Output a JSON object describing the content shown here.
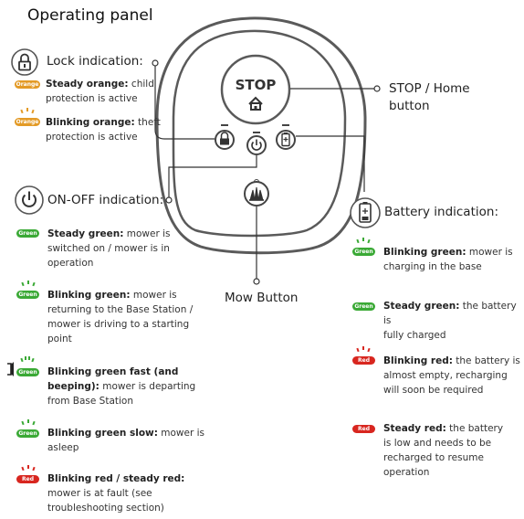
{
  "title": "Operating panel",
  "panel": {
    "stop_label": "STOP"
  },
  "callouts": {
    "stop_home_line1": "STOP / Home",
    "stop_home_line2": "button",
    "mow_button": "Mow Button"
  },
  "lock": {
    "heading": "Lock indication:",
    "items": [
      {
        "badge": "Orange",
        "badge_color": "#e39a26",
        "blink": false,
        "bold": "Steady orange:",
        "line1_rest": " child",
        "line2": "protection is active"
      },
      {
        "badge": "Orange",
        "badge_color": "#e39a26",
        "blink": true,
        "bold": "Blinking orange:",
        "line1_rest": " theft",
        "line2": "protection is active"
      }
    ]
  },
  "onoff": {
    "heading": "ON-OFF indication:",
    "items": [
      {
        "badge": "Green",
        "blink": false,
        "bold": "Steady green:",
        "line1_rest": " mower is",
        "line2": "switched on / mower is in",
        "line3": "operation"
      },
      {
        "badge": "Green",
        "blink": true,
        "bold": "Blinking green:",
        "line1_rest": " mower is",
        "line2": "returning to the Base Station /",
        "line3": "mower is driving to a starting",
        "line4": "point"
      },
      {
        "badge": "Green",
        "blink": true,
        "beep": true,
        "bold": "Blinking green fast (and",
        "line1_rest": "",
        "line2_bold": "beeping):",
        "line2": " mower is departing",
        "line3": "from Base Station"
      },
      {
        "badge": "Green",
        "blink": true,
        "bold": "Blinking green slow:",
        "line1_rest": " mower is",
        "line2": "asleep"
      },
      {
        "badge": "Red",
        "blink": true,
        "bold": "Blinking red / steady red:",
        "line1_rest": "",
        "line2": "mower is at fault (see",
        "line3": "troubleshooting section)"
      }
    ]
  },
  "battery": {
    "heading": "Battery indication:",
    "items": [
      {
        "badge": "Green",
        "blink": true,
        "bold": "Blinking green:",
        "line1_rest": " mower is",
        "line2": "charging in the base"
      },
      {
        "badge": "Green",
        "blink": false,
        "bold": "Steady green:",
        "line1_rest": " the battery is",
        "line2": "fully charged"
      },
      {
        "badge": "Red",
        "blink": true,
        "bold": "Blinking red:",
        "line1_rest": " the battery is",
        "line2": "almost empty, recharging",
        "line3": "will soon be required"
      },
      {
        "badge": "Red",
        "blink": false,
        "bold": "Steady red:",
        "line1_rest": " the battery",
        "line2": "is low and needs to be",
        "line3": "recharged to resume",
        "line4": "operation"
      }
    ]
  },
  "icons": [
    "lock-icon",
    "power-icon",
    "battery-icon",
    "home-icon",
    "grass-icon",
    "speaker-icon"
  ],
  "colors": {
    "green": "#3aa935",
    "orange": "#e39a26",
    "red": "#d8261f"
  }
}
